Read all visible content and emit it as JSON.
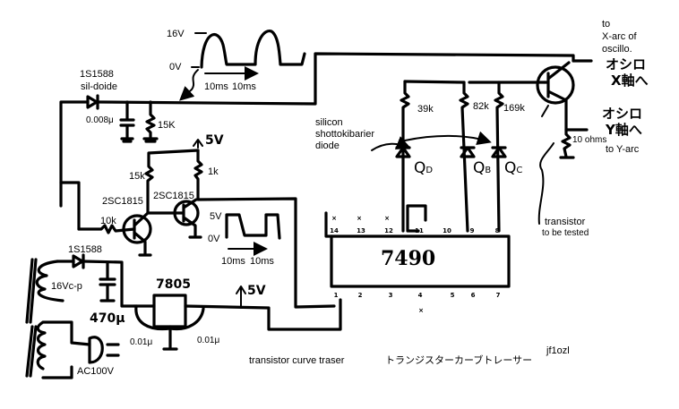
{
  "title_en": "transistor curve traser",
  "title_jp": "トランジスターカーブトレーサー",
  "author": "jf1ozl",
  "rectifier": {
    "diode": "1S1588",
    "diode_desc": "sil-doide",
    "capacitor": "0.008μ",
    "resistor": "15K"
  },
  "sweep_waveform": {
    "v_high": "16V",
    "v_low": "0V",
    "period_1": "10ms",
    "period_2": "10ms"
  },
  "pulse_shaper": {
    "supply": "5V",
    "r_base_bias": "15k",
    "r_collector": "1k",
    "r_input": "10k",
    "q1": "2SC1815",
    "q2": "2SC1815"
  },
  "square_waveform": {
    "v_high": "5V",
    "v_low": "0V",
    "period_1": "10ms",
    "period_2": "10ms"
  },
  "power_supply": {
    "diode": "1S1588",
    "transformer_secondary": "16Vc-p",
    "filter_cap": "470μ",
    "mains": "AC100V",
    "regulator": "7805",
    "cap_in": "0.01μ",
    "cap_out": "0.01μ",
    "output": "5V"
  },
  "counter": {
    "ic": "7490",
    "top_pins": [
      "14",
      "13",
      "12",
      "11",
      "10",
      "9",
      "8"
    ],
    "bottom_pins": [
      "1",
      "2",
      "3",
      "4",
      "5",
      "6",
      "7"
    ],
    "nc_mark": "×"
  },
  "base_ladder": {
    "r_d": "39k",
    "r_b": "82k",
    "r_c": "169k",
    "diode_note_1": "silicon",
    "diode_note_2": "shottokibarier",
    "diode_note_3": "diode",
    "q_d": "Q",
    "q_d_sub": "D",
    "q_b": "Q",
    "q_b_sub": "B",
    "q_c": "Q",
    "q_c_sub": "C"
  },
  "dut": {
    "label_1": "transistor",
    "label_2": "to be tested",
    "r_sense": "10 ohms",
    "x_out_1": "to",
    "x_out_2": "X-arc of",
    "x_out_3": "oscillo.",
    "x_jp_1": "オシロ",
    "x_jp_2": "X軸へ",
    "y_out": "to Y-arc",
    "y_jp_1": "オシロ",
    "y_jp_2": "Y軸へ"
  }
}
